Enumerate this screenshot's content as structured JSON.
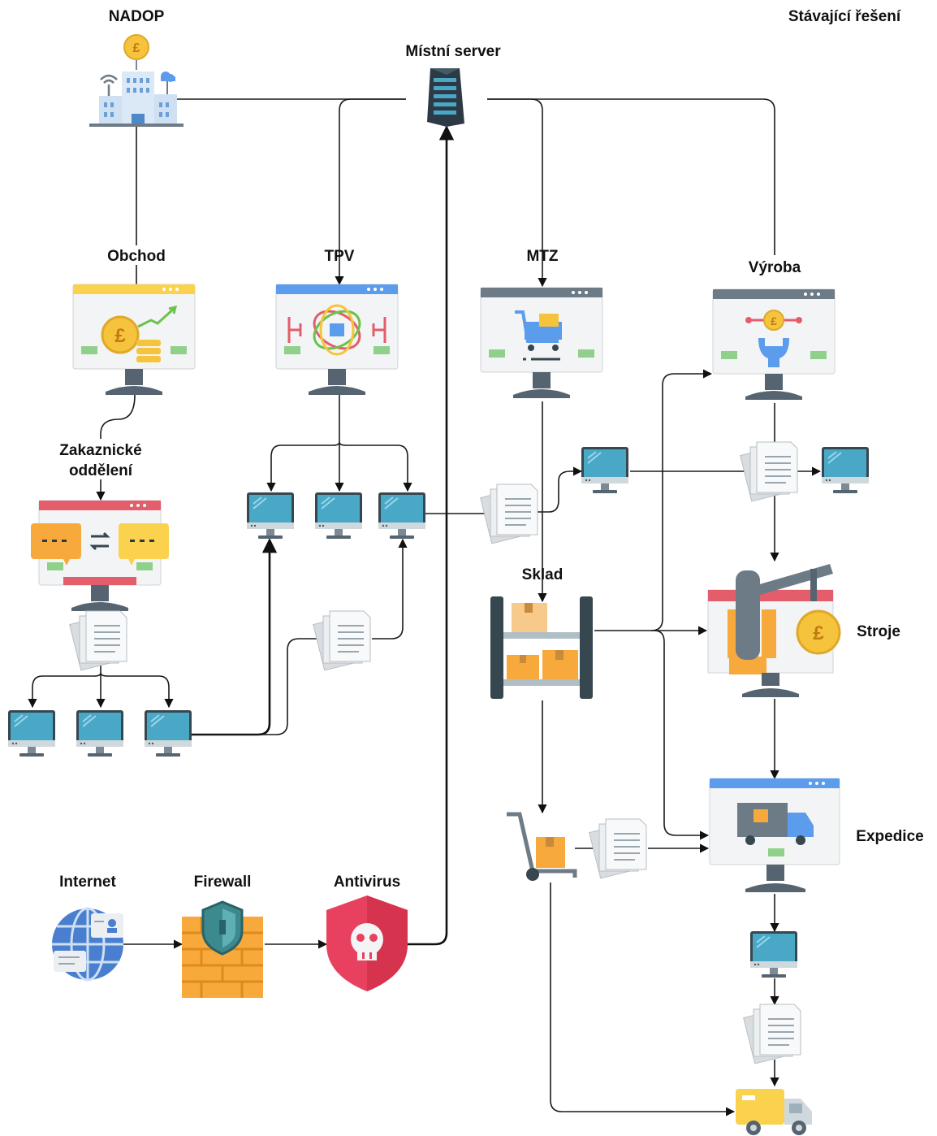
{
  "title": "Stávající řešení",
  "labels": {
    "nadop": "NADOP",
    "server": "Místní server",
    "obchod": "Obchod",
    "tpv": "TPV",
    "mtz": "MTZ",
    "vyroba": "Výroba",
    "zakaznicke_1": "Zakaznické",
    "zakaznicke_2": "oddělení",
    "sklad": "Sklad",
    "stroje": "Stroje",
    "expedice": "Expedice",
    "internet": "Internet",
    "firewall": "Firewall",
    "antivirus": "Antivirus"
  },
  "colors": {
    "screen": "#4aa8c7",
    "header_yellow": "#fbd24e",
    "header_blue": "#5c9cec",
    "header_gray": "#6d7b86",
    "header_red": "#e35d6a",
    "stand": "#556470",
    "gold": "#f6c33c",
    "shield_pink": "#e8415f",
    "brick": "#f7a93b"
  }
}
